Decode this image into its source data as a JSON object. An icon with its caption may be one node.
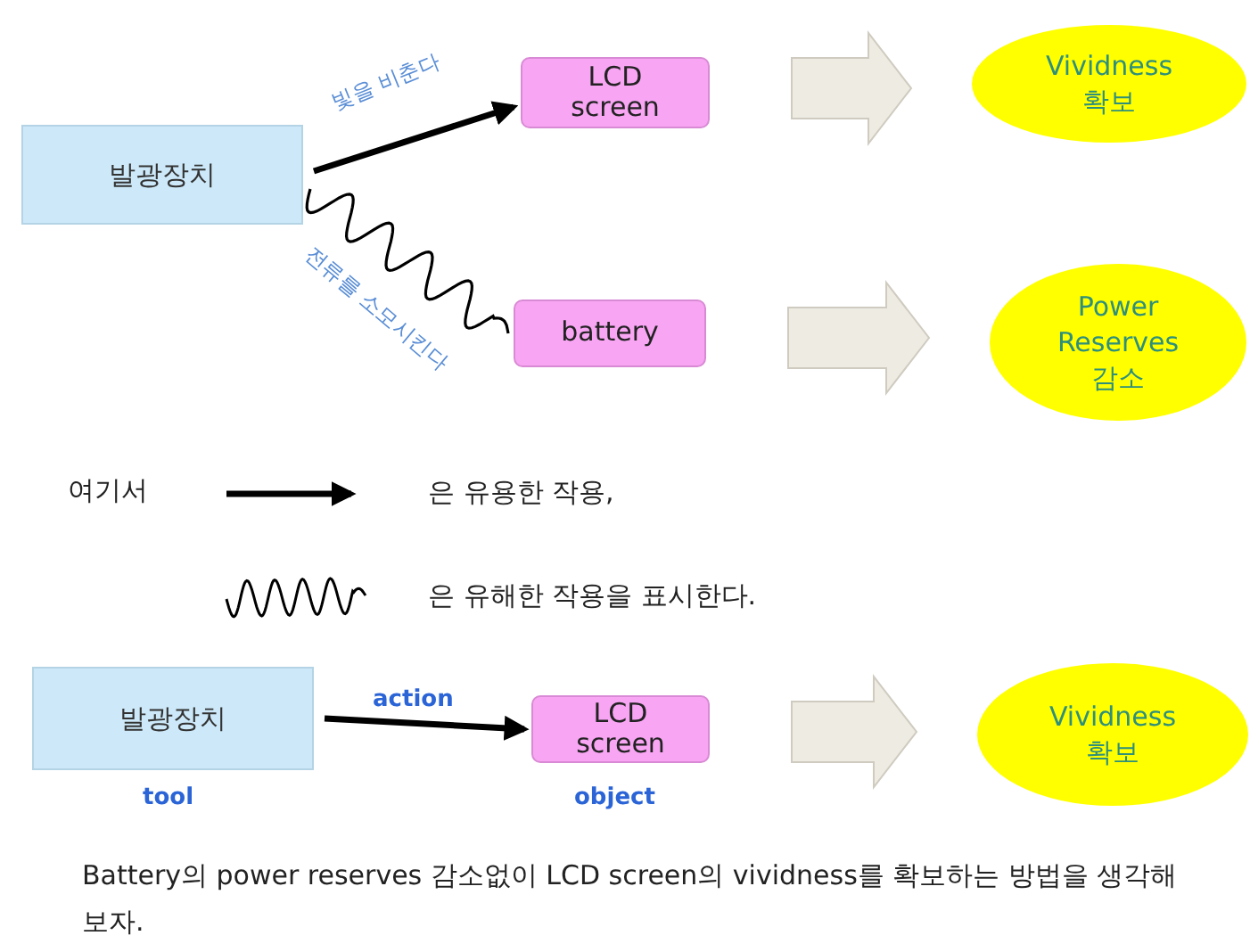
{
  "diagram": {
    "nodes": [
      {
        "text": [
          "발광장치"
        ]
      },
      {
        "text": [
          "LCD screen"
        ]
      },
      {
        "text": [
          "battery"
        ]
      },
      {
        "text": [
          "Vividness 확보"
        ]
      },
      {
        "text": [
          "Power Reserves 감소"
        ]
      },
      {
        "text": [
          "발광장치"
        ],
        "beside": [
          "tool"
        ]
      },
      {
        "text": [
          "LCD screen"
        ],
        "beside": [
          "object"
        ]
      },
      {
        "text": [
          "Vividness 확보"
        ]
      }
    ],
    "edges": [
      {
        "from": 0,
        "to": 1,
        "arrow": "to",
        "label": "빛을 비춘다"
      },
      {
        "from": 0,
        "to": 2,
        "arrow": "none",
        "label": "전류를 소모시킨다"
      },
      {
        "from": 1,
        "to": 3,
        "arrow": "to",
        "style": "thick",
        "color": "#eeebe3"
      },
      {
        "from": 2,
        "to": 4,
        "arrow": "to",
        "style": "thick",
        "color": "#eeebe3"
      },
      {
        "from": 5,
        "to": 6,
        "arrow": "to",
        "label": "action"
      },
      {
        "from": 6,
        "to": 7,
        "arrow": "to",
        "style": "thick",
        "color": "#eeebe3"
      }
    ],
    "labels": [
      "여기서",
      "Battery의 power reserves 감소없이 LCD screen의 vividness를 확보하는 방법을 생각해 보자."
    ],
    "legend": [
      {
        "text": "은 유용한 작용,"
      },
      {
        "text": "은 유해한 작용을 표시한다."
      }
    ]
  }
}
